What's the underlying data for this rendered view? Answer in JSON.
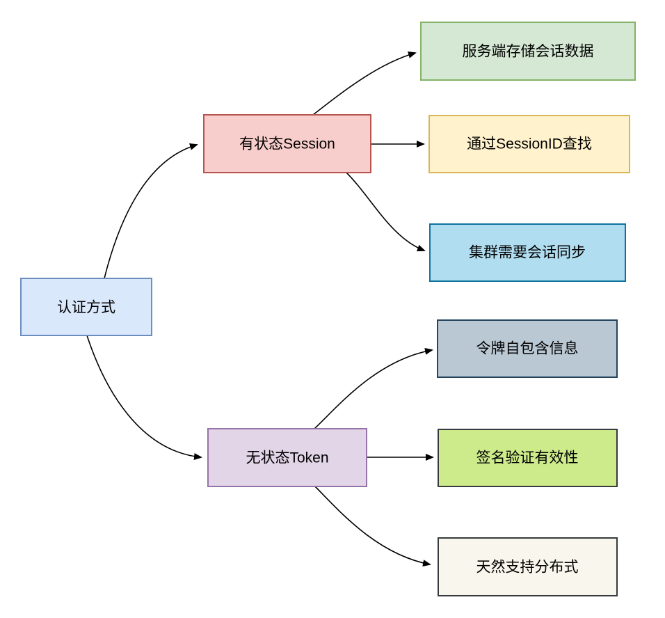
{
  "diagram": {
    "type": "mindmap-flowchart",
    "background": "#ffffff",
    "edge_color": "#000000"
  },
  "nodes": {
    "root": {
      "label": "认证方式",
      "fill": "#dae8fc",
      "stroke": "#6c8ebf"
    },
    "session": {
      "label": "有状态Session",
      "fill": "#f8cecc",
      "stroke": "#b85450"
    },
    "token": {
      "label": "无状态Token",
      "fill": "#e1d5e7",
      "stroke": "#9673a6"
    },
    "session_child1": {
      "label": "服务端存储会话数据",
      "fill": "#d5e8d4",
      "stroke": "#82b366"
    },
    "session_child2": {
      "label": "通过SessionID查找",
      "fill": "#fff2cc",
      "stroke": "#d6b656"
    },
    "session_child3": {
      "label": "集群需要会话同步",
      "fill": "#b1ddf0",
      "stroke": "#10739e"
    },
    "token_child1": {
      "label": "令牌自包含信息",
      "fill": "#bac8d3",
      "stroke": "#23445d"
    },
    "token_child2": {
      "label": "签名验证有效性",
      "fill": "#cdeb8b",
      "stroke": "#36393d"
    },
    "token_child3": {
      "label": "天然支持分布式",
      "fill": "#f9f7ed",
      "stroke": "#36393d"
    }
  },
  "edges": [
    {
      "from": "root",
      "to": "session"
    },
    {
      "from": "root",
      "to": "token"
    },
    {
      "from": "session",
      "to": "session_child1"
    },
    {
      "from": "session",
      "to": "session_child2"
    },
    {
      "from": "session",
      "to": "session_child3"
    },
    {
      "from": "token",
      "to": "token_child1"
    },
    {
      "from": "token",
      "to": "token_child2"
    },
    {
      "from": "token",
      "to": "token_child3"
    }
  ],
  "hierarchy": {
    "root": "认证方式",
    "branches": [
      {
        "label": "有状态Session",
        "children": [
          "服务端存储会话数据",
          "通过SessionID查找",
          "集群需要会话同步"
        ]
      },
      {
        "label": "无状态Token",
        "children": [
          "令牌自包含信息",
          "签名验证有效性",
          "天然支持分布式"
        ]
      }
    ]
  }
}
